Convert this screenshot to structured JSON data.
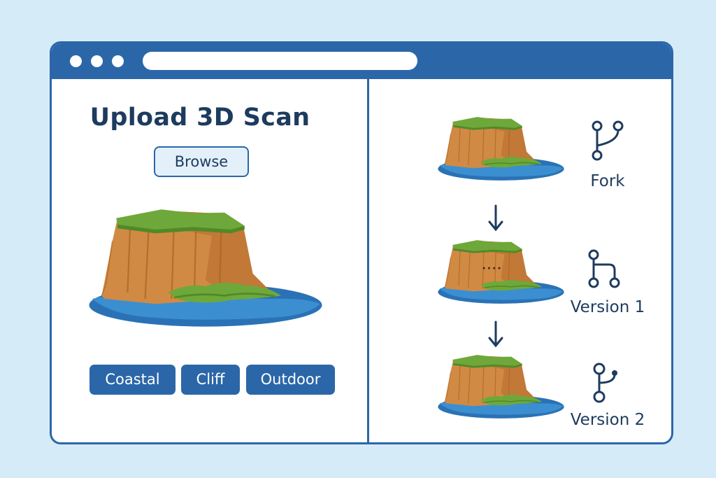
{
  "upload": {
    "title": "Upload 3D Scan",
    "browse_label": "Browse",
    "tags": [
      "Coastal",
      "Cliff",
      "Outdoor"
    ]
  },
  "versions": [
    {
      "label": "Fork",
      "icon": "git-fork-icon"
    },
    {
      "label": "Version 1",
      "icon": "git-merge-icon"
    },
    {
      "label": "Version 2",
      "icon": "git-branch-icon"
    }
  ],
  "colors": {
    "accent": "#2b67a8",
    "text": "#1d3b5e",
    "background": "#d6ebf8",
    "rock": "#d08a44",
    "grass": "#6ea83a",
    "water": "#2f7fc1"
  }
}
